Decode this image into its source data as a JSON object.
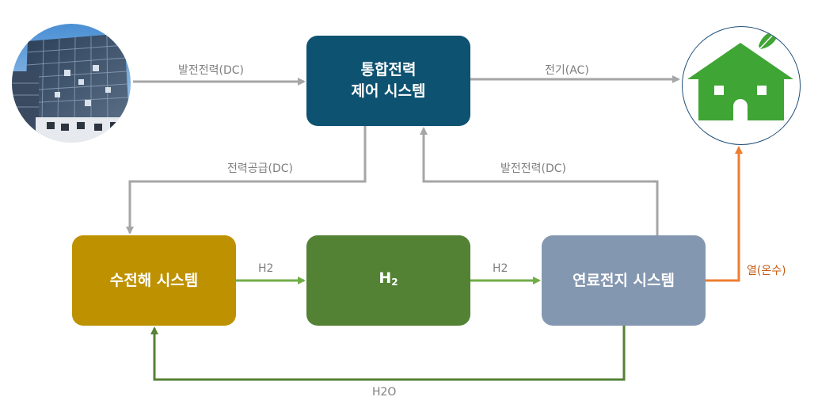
{
  "boxes": {
    "control": {
      "line1": "통합전력",
      "line2": "제어 시스템"
    },
    "electrolysis": {
      "label": "수전해 시스템"
    },
    "h2": {
      "main": "H",
      "sub": "2"
    },
    "fuelcell": {
      "label": "연료전지 시스템"
    }
  },
  "labels": {
    "generation_dc_top": "발전전력(DC)",
    "electricity_ac": "전기(AC)",
    "supply_dc": "전력공급(DC)",
    "generation_dc_right": "발전전력(DC)",
    "h2_left": "H2",
    "h2_right": "H2",
    "heat": "열(온수)",
    "h2o": "H2O"
  },
  "icons": {
    "building": "solar-building-icon",
    "house": "green-house-icon"
  },
  "colors": {
    "control": "#0e5271",
    "electrolysis": "#be9100",
    "h2": "#548235",
    "fuelcell": "#8497b0",
    "arrow_gray": "#a6a6a6",
    "arrow_green": "#70ad47",
    "arrow_dark_green": "#548235",
    "arrow_orange": "#ed7d31",
    "house_green": "#3fa535"
  }
}
